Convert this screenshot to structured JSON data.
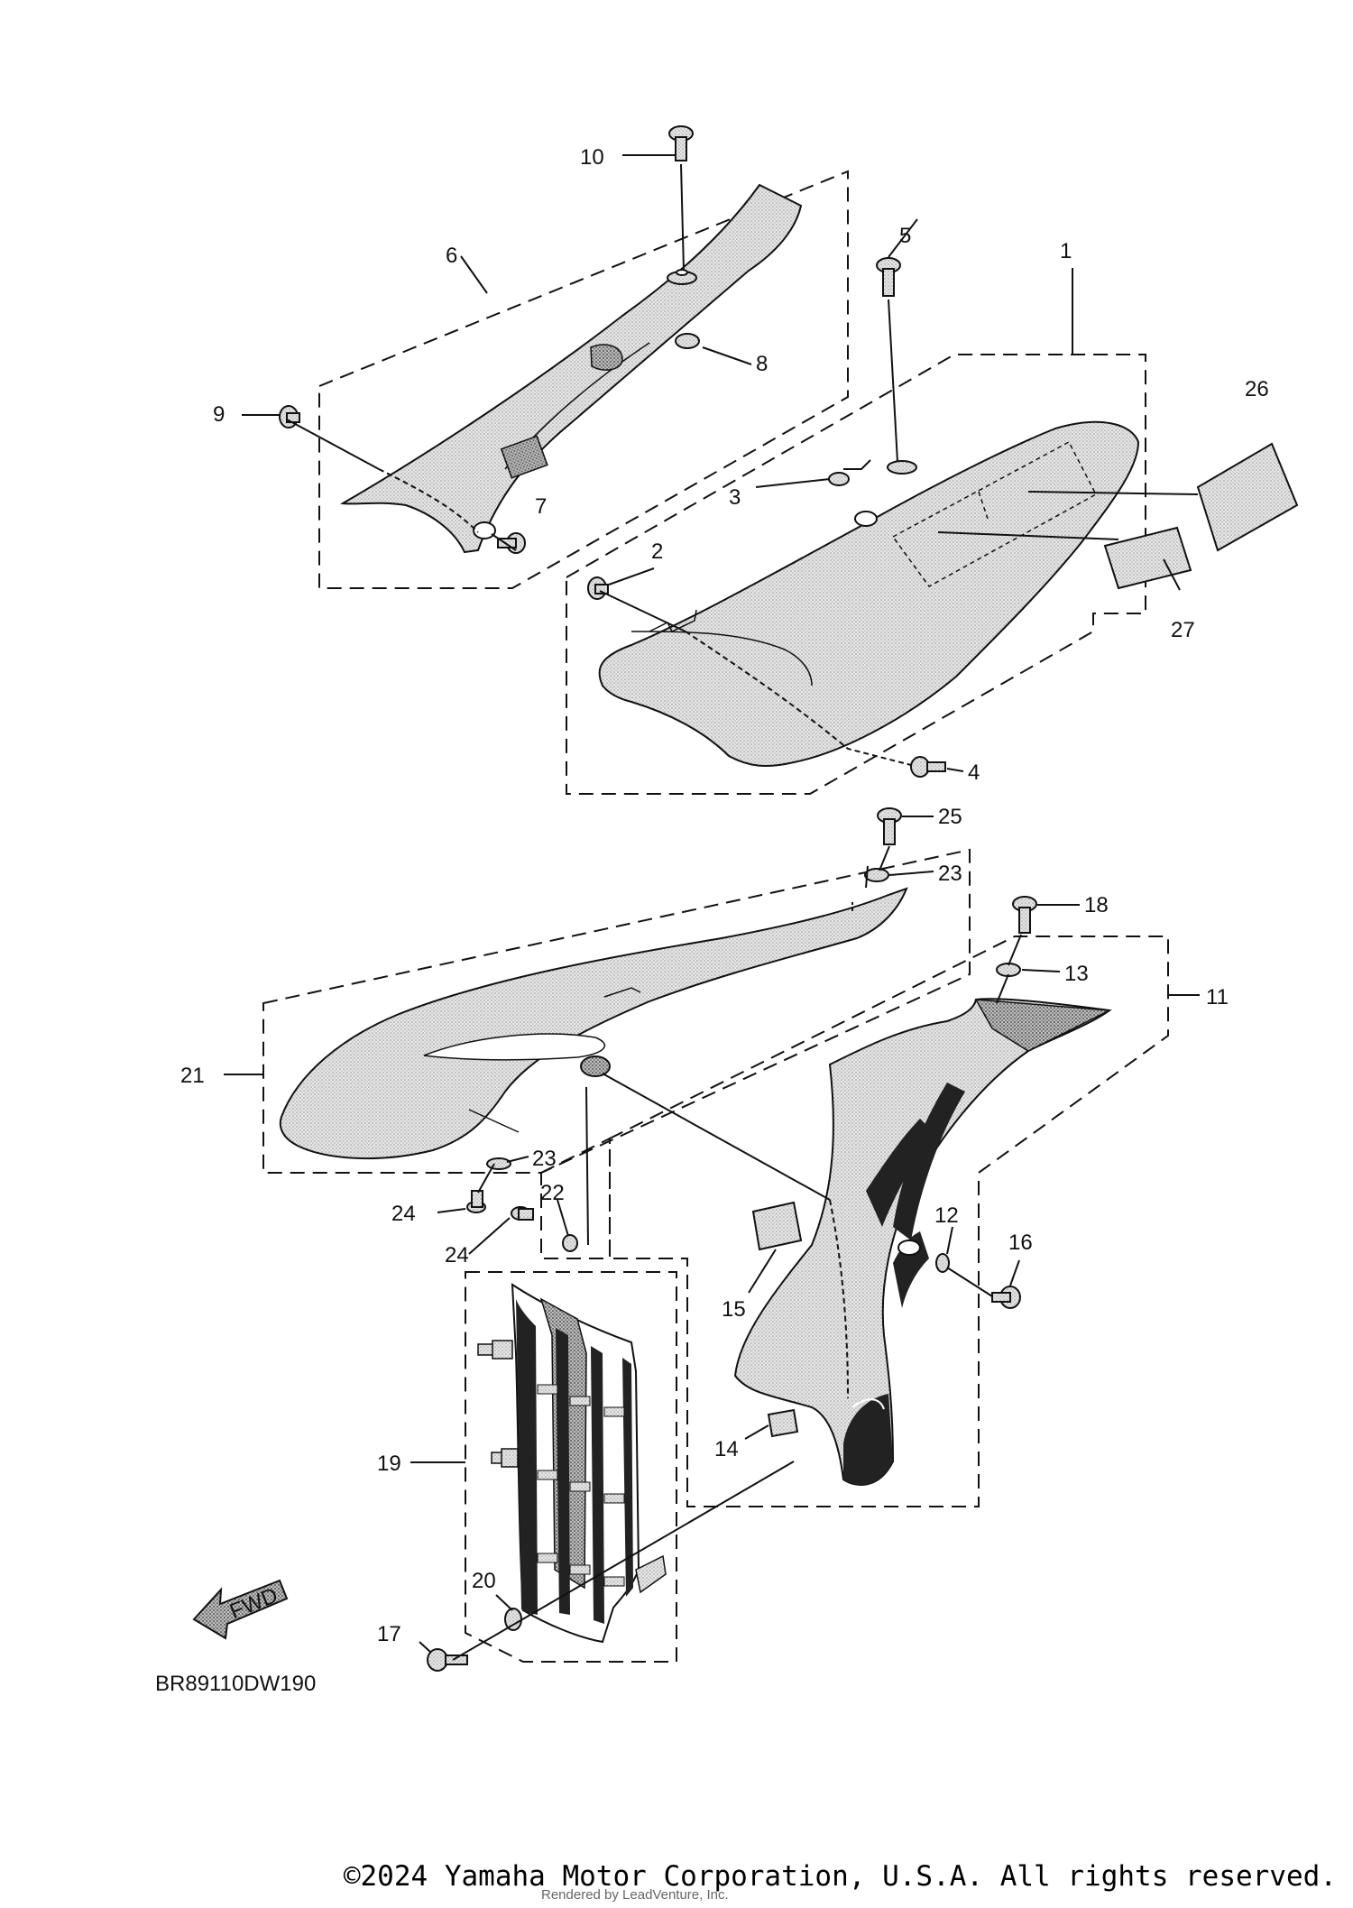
{
  "diagram": {
    "code": "BR89110DW190",
    "fwd_label": "FWD",
    "callouts": [
      "1",
      "2",
      "3",
      "4",
      "5",
      "6",
      "7",
      "8",
      "9",
      "10",
      "11",
      "12",
      "13",
      "14",
      "15",
      "16",
      "17",
      "18",
      "19",
      "20",
      "21",
      "22",
      "23",
      "23",
      "24",
      "24",
      "25",
      "26",
      "27"
    ]
  },
  "footer": {
    "copyright": "©2024 Yamaha Motor Corporation, U.S.A. All rights reserved.",
    "rendered_by": "Rendered by LeadVenture, Inc."
  }
}
